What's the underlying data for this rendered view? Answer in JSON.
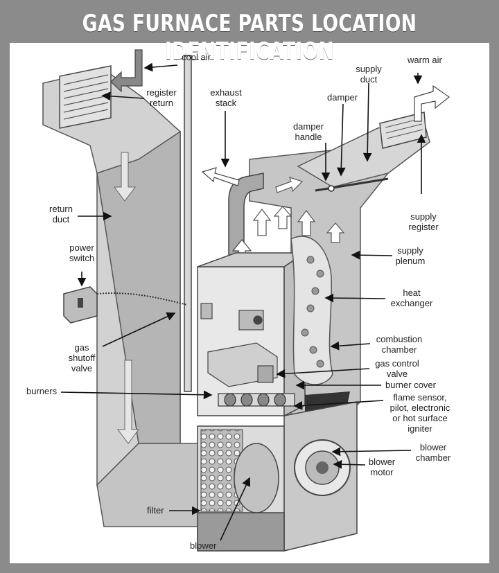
{
  "title": "GAS FURNACE PARTS LOCATION IDENTIFICATION",
  "labels": {
    "cool_air": "cool  air",
    "register_return_1": "register",
    "register_return_2": "return",
    "exhaust_stack_1": "exhaust",
    "exhaust_stack_2": "stack",
    "supply_duct_1": "supply",
    "supply_duct_2": "duct",
    "damper": "damper",
    "warm_air": "warm air",
    "damper_handle_1": "damper",
    "damper_handle_2": "handle",
    "return_duct_1": "return",
    "return_duct_2": "duct",
    "supply_register_1": "supply",
    "supply_register_2": "register",
    "power_switch_1": "power",
    "power_switch_2": "switch",
    "supply_plenum_1": "supply",
    "supply_plenum_2": "plenum",
    "heat_exchanger_1": "heat",
    "heat_exchanger_2": "exchanger",
    "gas_shutoff_1": "gas",
    "gas_shutoff_2": "shutoff",
    "gas_shutoff_3": "valve",
    "combustion_chamber_1": "combustion",
    "combustion_chamber_2": "chamber",
    "gas_control_1": "gas control",
    "gas_control_2": "valve",
    "burners": "burners",
    "burner_cover": "burner  cover",
    "flame_1": "flame sensor,",
    "flame_2": "pilot, electronic",
    "flame_3": "or hot surface",
    "flame_4": "igniter",
    "blower_chamber_1": "blower",
    "blower_chamber_2": "chamber",
    "blower_motor_1": "blower",
    "blower_motor_2": "motor",
    "filter": "filter",
    "blower": "blower"
  }
}
